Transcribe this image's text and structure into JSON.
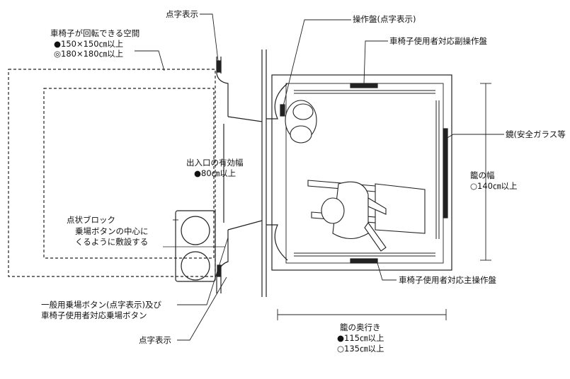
{
  "labels": {
    "braille_top": "点字表示",
    "turning_space": "車椅子が回転できる空間",
    "turning_space_req1": "●150×150㎝以上",
    "turning_space_req2": "◎180×180㎝以上",
    "control_panel": "操作盤(点字表示)",
    "sub_panel": "車椅子使用者対応副操作盤",
    "mirror": "鏡(安全ガラス等",
    "entrance_width": "出入口の有効幅",
    "entrance_width_req": "●80㎝以上",
    "car_width": "籠の幅",
    "car_width_req": "○140㎝以上",
    "tactile_blocks": "点状ブロック",
    "tactile_blocks_line2": "乗場ボタンの中心に",
    "tactile_blocks_line3": "くるように敷設する",
    "main_panel": "車椅子使用者対応主操作盤",
    "hall_buttons_line1": "一般用乗場ボタン(点字表示)及び",
    "hall_buttons_line2": "車椅子使用者対応乗場ボタン",
    "braille_bottom": "点字表示",
    "car_depth": "籠の奥行き",
    "car_depth_req1": "●115㎝以上",
    "car_depth_req2": "○135㎝以上"
  }
}
